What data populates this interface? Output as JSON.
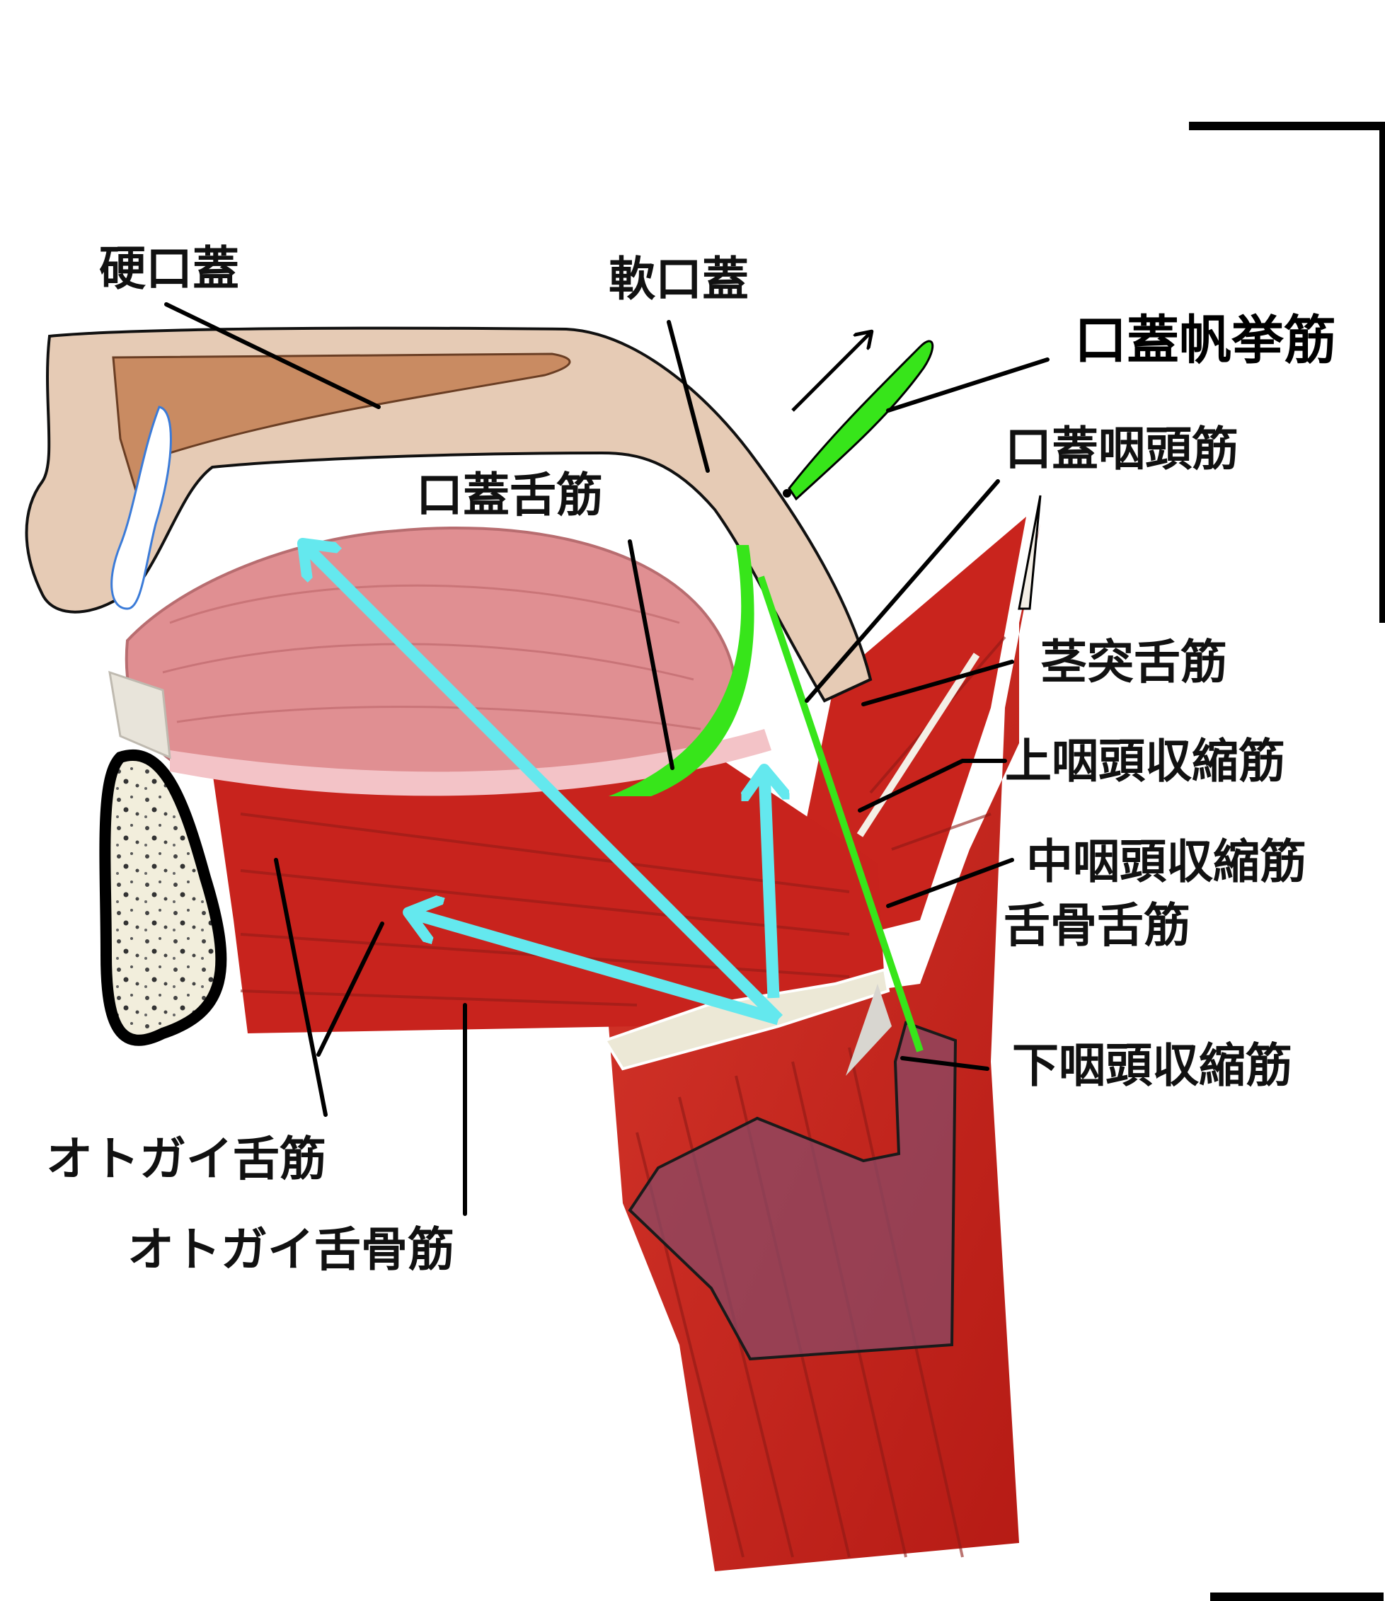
{
  "labels": {
    "hard_palate": "硬口蓋",
    "soft_palate": "軟口蓋",
    "levator_veli_palatini": "口蓋帆挙筋",
    "palatopharyngeus": "口蓋咽頭筋",
    "palatoglossus": "口蓋舌筋",
    "styloglossus": "茎突舌筋",
    "superior_constrictor": "上咽頭収縮筋",
    "middle_constrictor": "中咽頭収縮筋",
    "hyoglossus": "舌骨舌筋",
    "inferior_constrictor": "下咽頭収縮筋",
    "genioglossus": "オトガイ舌筋",
    "geniohyoid": "オトガイ舌骨筋"
  },
  "colors": {
    "palate_beige": "#e6cbb5",
    "palate_brown": "#c98b62",
    "tongue_pink": "#e08f92",
    "muscle_red": "#c8231d",
    "muscle_dark": "#8e1a16",
    "arrow_cyan": "#64e8ee",
    "muscle_green": "#37e51a",
    "bone_cream": "#f2eedc",
    "larynx_purple": "#8a4a66"
  }
}
